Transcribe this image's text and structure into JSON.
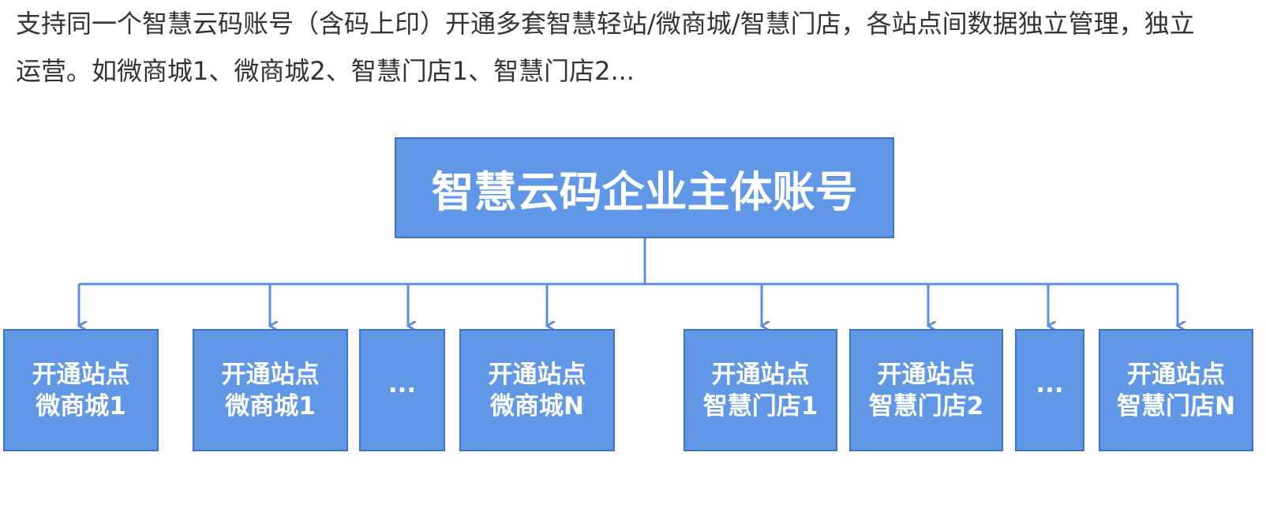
{
  "intro": {
    "line1": "支持同一个智慧云码账号（含码上印）开通多套智慧轻站/微商城/智慧门店，各站点间数据独立管理，独立",
    "line2": "运营。如微商城1、微商城2、智慧门店1、智慧门店2..."
  },
  "diagram": {
    "root": "智慧云码企业主体账号",
    "nodes": [
      {
        "line1": "开通站点",
        "line2": "微商城1"
      },
      {
        "line1": "开通站点",
        "line2": "微商城1"
      },
      {
        "line1": "···",
        "line2": ""
      },
      {
        "line1": "开通站点",
        "line2": "微商城N"
      },
      {
        "line1": "开通站点",
        "line2": "智慧门店1"
      },
      {
        "line1": "开通站点",
        "line2": "智慧门店2"
      },
      {
        "line1": "···",
        "line2": ""
      },
      {
        "line1": "开通站点",
        "line2": "智慧门店N"
      }
    ]
  },
  "colors": {
    "box_fill": "#6097e6",
    "box_border": "#3f72c1",
    "connector": "#5b8fe0",
    "text": "#333333"
  }
}
